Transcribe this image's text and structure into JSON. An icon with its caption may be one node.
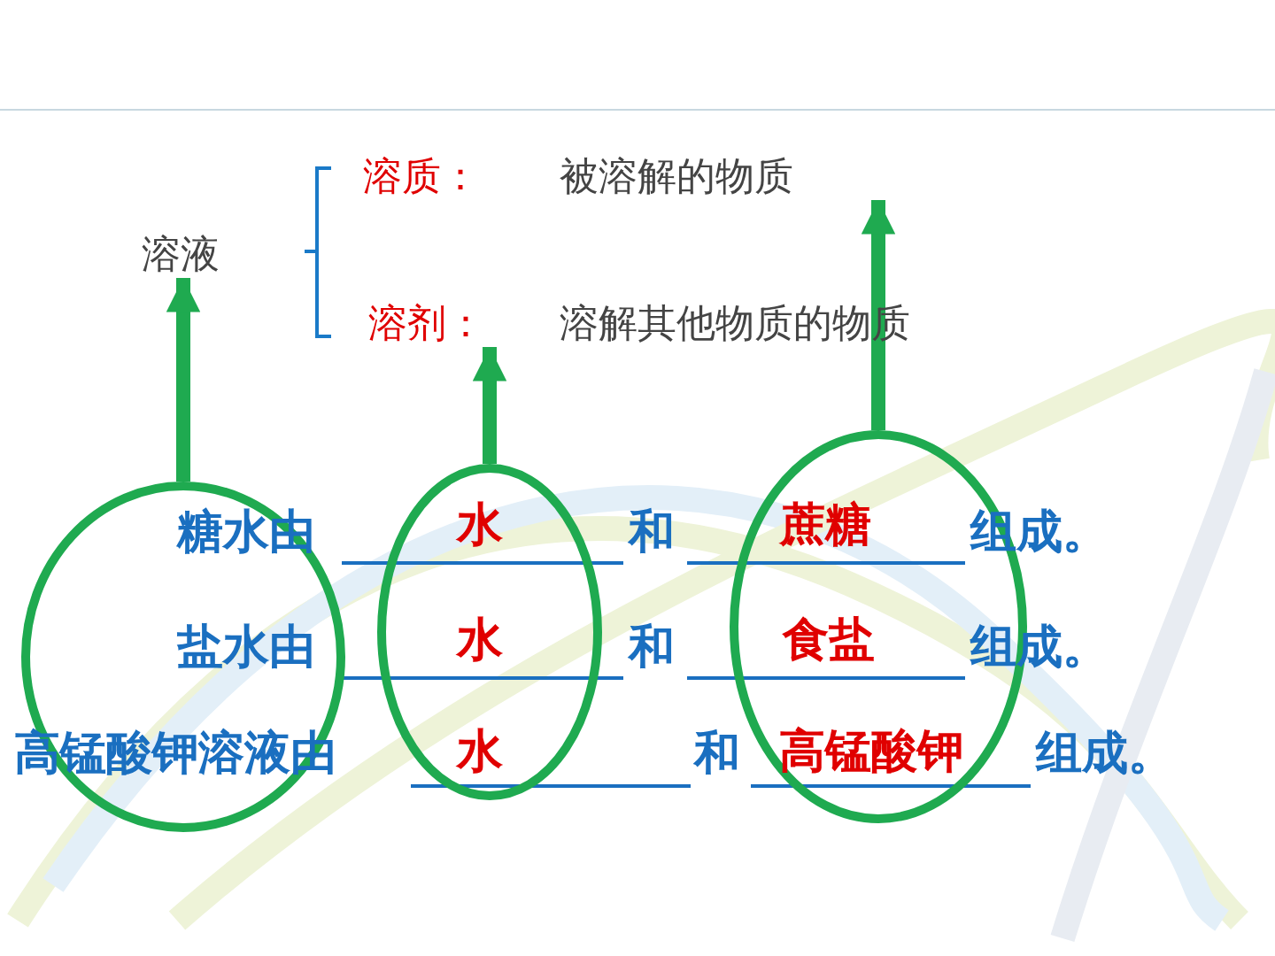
{
  "diagram": {
    "nodes": [
      {
        "text": [
          "溶液"
        ]
      },
      {
        "text": [
          "溶质："
        ]
      },
      {
        "text": [
          "被溶解的物质"
        ]
      },
      {
        "text": [
          "溶剂："
        ]
      },
      {
        "text": [
          "溶解其他物质的物质"
        ]
      },
      {
        "text": [],
        "shape": "circle"
      },
      {
        "text": [],
        "shape": "circle"
      },
      {
        "text": [],
        "shape": "circle"
      }
    ],
    "edges": [
      {
        "from": 5,
        "to": 0,
        "arrow": "to"
      },
      {
        "from": 6,
        "to": 3,
        "arrow": "to"
      },
      {
        "from": 7,
        "to": 2,
        "arrow": "to"
      }
    ],
    "labels": [
      "糖水由",
      "水",
      "和",
      "蔗糖",
      "组成。",
      "盐水由",
      "水",
      "和",
      "食盐",
      "组成。",
      "高锰酸钾溶液由",
      "水",
      "和",
      "高锰酸钾",
      "组成。"
    ]
  }
}
